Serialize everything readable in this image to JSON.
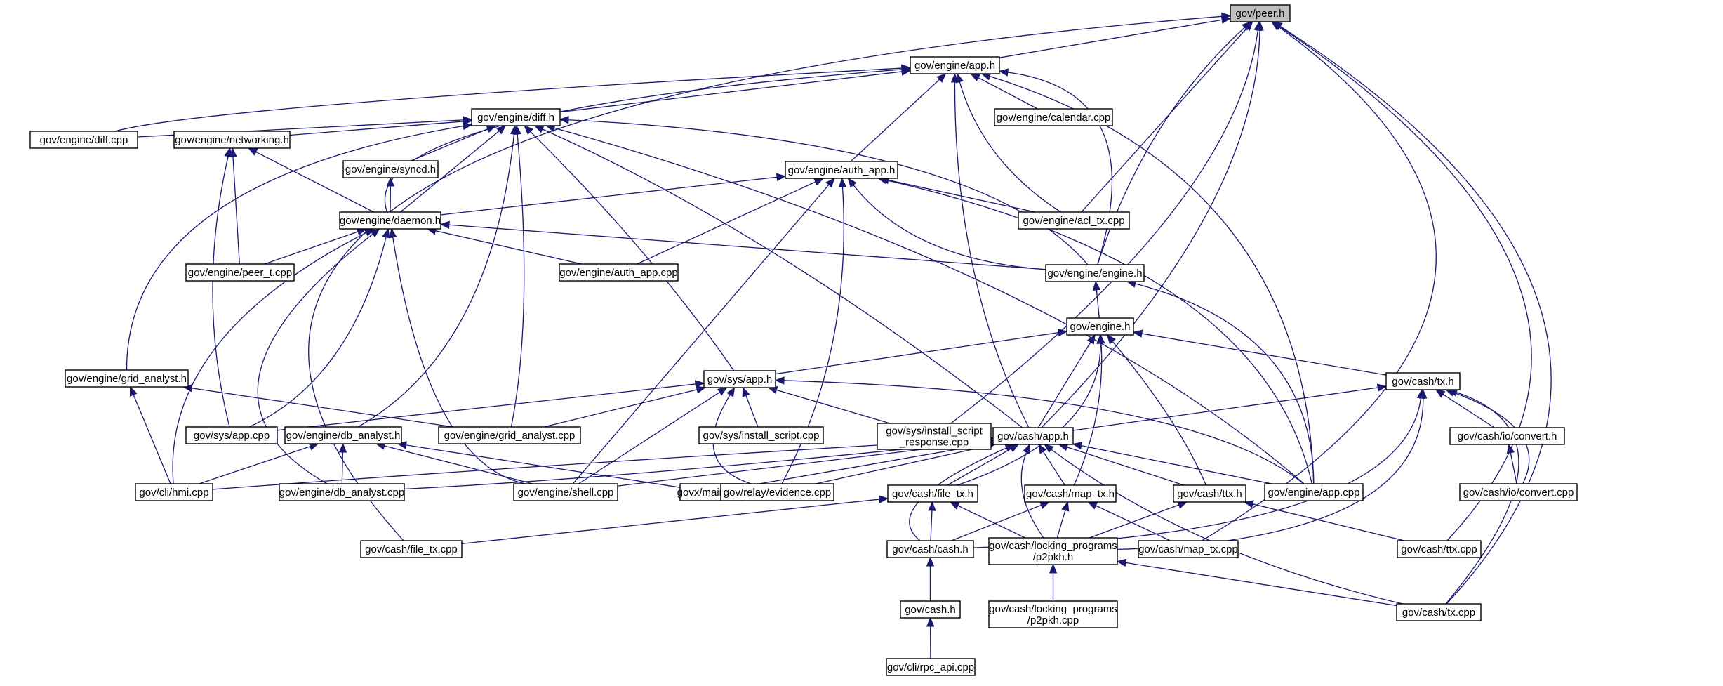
{
  "graph": {
    "title": "gov/peer.h",
    "colors": {
      "edge": "#191970",
      "node_border": "#000000",
      "root_fill": "#bfbfbf",
      "node_fill": "#ffffff"
    },
    "nodes": [
      {
        "id": "peer_h",
        "label": "gov/peer.h",
        "root": true
      },
      {
        "id": "engine_app_h",
        "label": "gov/engine/app.h"
      },
      {
        "id": "engine_diff_h",
        "label": "gov/engine/diff.h"
      },
      {
        "id": "engine_calendar_cpp",
        "label": "gov/engine/calendar.cpp"
      },
      {
        "id": "engine_diff_cpp",
        "label": "gov/engine/diff.cpp"
      },
      {
        "id": "engine_networking_h",
        "label": "gov/engine/networking.h"
      },
      {
        "id": "engine_syncd_h",
        "label": "gov/engine/syncd.h"
      },
      {
        "id": "engine_auth_app_h",
        "label": "gov/engine/auth_app.h"
      },
      {
        "id": "engine_acl_tx_cpp",
        "label": "gov/engine/acl_tx.cpp"
      },
      {
        "id": "engine_daemon_h",
        "label": "gov/engine/daemon.h"
      },
      {
        "id": "engine_peer_t_cpp",
        "label": "gov/engine/peer_t.cpp"
      },
      {
        "id": "engine_auth_app_cpp",
        "label": "gov/engine/auth_app.cpp"
      },
      {
        "id": "engine_engine_h",
        "label": "gov/engine/engine.h"
      },
      {
        "id": "engine_h",
        "label": "gov/engine.h"
      },
      {
        "id": "engine_grid_analyst_h",
        "label": "gov/engine/grid_analyst.h"
      },
      {
        "id": "sys_app_h",
        "label": "gov/sys/app.h"
      },
      {
        "id": "cash_tx_h",
        "label": "gov/cash/tx.h"
      },
      {
        "id": "sys_app_cpp",
        "label": "gov/sys/app.cpp"
      },
      {
        "id": "engine_db_analyst_h",
        "label": "gov/engine/db_analyst.h"
      },
      {
        "id": "engine_grid_analyst_cpp",
        "label": "gov/engine/grid_analyst.cpp"
      },
      {
        "id": "sys_install_script_cpp",
        "label": "gov/sys/install_script.cpp"
      },
      {
        "id": "sys_install_script_response_cpp",
        "label": "gov/sys/install_script\n_response.cpp"
      },
      {
        "id": "cash_app_h",
        "label": "gov/cash/app.h"
      },
      {
        "id": "cash_io_convert_h",
        "label": "gov/cash/io/convert.h"
      },
      {
        "id": "cli_hmi_cpp",
        "label": "gov/cli/hmi.cpp"
      },
      {
        "id": "engine_db_analyst_cpp",
        "label": "gov/engine/db_analyst.cpp"
      },
      {
        "id": "engine_shell_cpp",
        "label": "gov/engine/shell.cpp"
      },
      {
        "id": "govx_main_cpp",
        "label": "govx/main.cpp"
      },
      {
        "id": "relay_evidence_cpp",
        "label": "gov/relay/evidence.cpp"
      },
      {
        "id": "cash_file_tx_h",
        "label": "gov/cash/file_tx.h"
      },
      {
        "id": "cash_map_tx_h",
        "label": "gov/cash/map_tx.h"
      },
      {
        "id": "cash_ttx_h",
        "label": "gov/cash/ttx.h"
      },
      {
        "id": "engine_app_cpp",
        "label": "gov/engine/app.cpp"
      },
      {
        "id": "cash_io_convert_cpp",
        "label": "gov/cash/io/convert.cpp"
      },
      {
        "id": "cash_file_tx_cpp",
        "label": "gov/cash/file_tx.cpp"
      },
      {
        "id": "cash_cash_h",
        "label": "gov/cash/cash.h"
      },
      {
        "id": "cash_locking_p2pkh_h",
        "label": "gov/cash/locking_programs\n/p2pkh.h"
      },
      {
        "id": "cash_map_tx_cpp",
        "label": "gov/cash/map_tx.cpp"
      },
      {
        "id": "cash_ttx_cpp",
        "label": "gov/cash/ttx.cpp"
      },
      {
        "id": "cash_h",
        "label": "gov/cash.h"
      },
      {
        "id": "cash_locking_p2pkh_cpp",
        "label": "gov/cash/locking_programs\n/p2pkh.cpp"
      },
      {
        "id": "cash_tx_cpp",
        "label": "gov/cash/tx.cpp"
      },
      {
        "id": "cli_rpc_api_cpp",
        "label": "gov/cli/rpc_api.cpp"
      }
    ]
  }
}
